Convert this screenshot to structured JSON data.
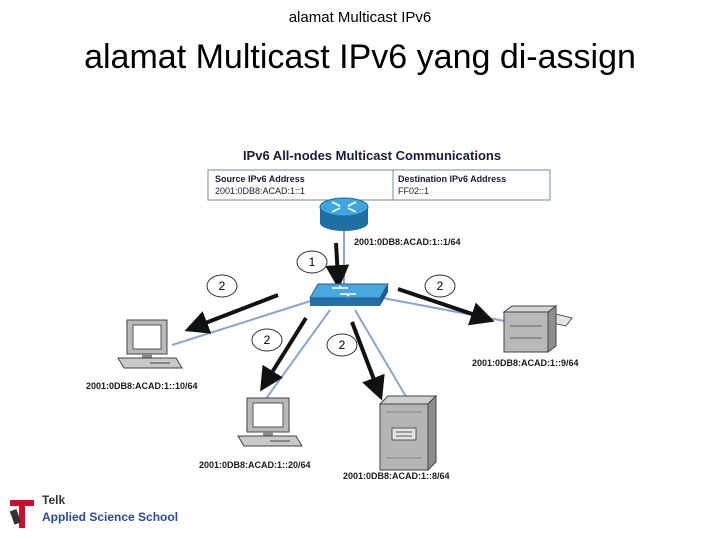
{
  "header": {
    "small_title": "alamat Multicast IPv6",
    "main_title": "alamat Multicast IPv6 yang di-assign"
  },
  "diagram": {
    "title": "IPv6 All-nodes Multicast Communications",
    "table": {
      "source_header": "Source IPv6 Address",
      "source_value": "2001:0DB8:ACAD:1::1",
      "dest_header": "Destination IPv6 Address",
      "dest_value": "FF02::1"
    },
    "router_address": "2001:0DB8:ACAD:1::1/64",
    "step_badges": [
      "1",
      "2",
      "2",
      "2",
      "2"
    ],
    "hosts": {
      "pc_left": "2001:0DB8:ACAD:1::10/64",
      "pc_bottom": "2001:0DB8:ACAD:1::20/64",
      "server": "2001:0DB8:ACAD:1::8/64",
      "printer": "2001:0DB8:ACAD:1::9/64"
    },
    "colors": {
      "cable": "#8aa6cf",
      "arrow": "#111111",
      "router": "#2f8fc4",
      "switch": "#3f9ad6"
    }
  },
  "logo": {
    "line1": "Telk",
    "line2": "Applied Science School"
  }
}
